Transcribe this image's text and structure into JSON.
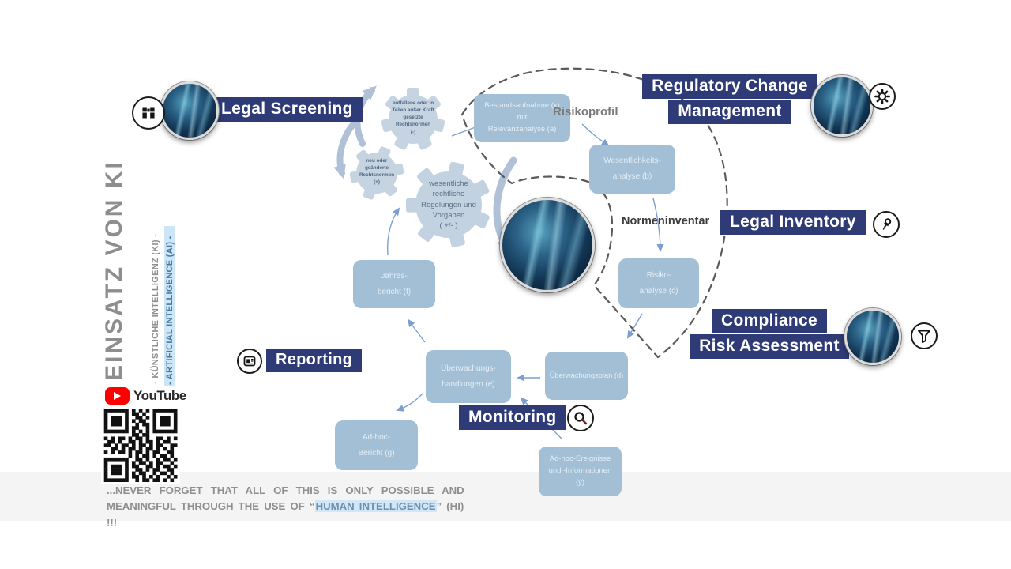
{
  "colors": {
    "navy_plate": "#2e3b77",
    "box_fill": "#a2bfd5",
    "gear_fill": "#c6d4e2",
    "thin_arrow": "#7d9ed1",
    "thick_arrow": "#b0c0d6",
    "dashed_outline": "#5a5a5a",
    "highlight_blue": "#cfe7f8",
    "youtube_red": "#ff0000"
  },
  "sidebar": {
    "title": "EINSATZ  VON  KI",
    "subtitle_de": "-  KÜNSTLICHE  INTELLIGENZ (KI)  -",
    "subtitle_en": "-  ARTIFICIAL  INTELLIGENCE (AI)  -",
    "youtube_label": "YouTube"
  },
  "footer": {
    "line1": "...NEVER FORGET THAT ALL OF THIS IS ONLY POSSIBLE AND",
    "line2_pre": "MEANINGFUL THROUGH THE USE OF “",
    "highlight": "HUMAN INTELLIGENCE",
    "line2_post": "” (HI) !!!"
  },
  "stations": {
    "legal_screening": {
      "label": "Legal Screening",
      "icon": "binoculars-icon"
    },
    "regulatory_change": {
      "label_line1": "Regulatory Change",
      "label_line2": "Management",
      "icon": "gear-icon"
    },
    "legal_inventory": {
      "label": "Legal Inventory",
      "icon": "pushpin-icon"
    },
    "compliance_risk": {
      "label_line1": "Compliance",
      "label_line2": "Risk Assessment",
      "icon": "funnel-icon"
    },
    "monitoring": {
      "label": "Monitoring",
      "icon": "magnifier-icon"
    },
    "reporting": {
      "label": "Reporting",
      "icon": "report-icon"
    }
  },
  "process_boxes": {
    "a": "Bestandsaufnahme (x)\nmit\nRelevanzanalyse (a)",
    "b": "Wesentlichkeits-\nanalyse (b)",
    "c": "Risiko-\nanalyse (c)",
    "d": "Überwachungsplan (d)",
    "e": "Überwachungs-\nhandlungen (e)",
    "f": "Jahres-\nbericht (f)",
    "g": "Ad-hoc-\nBericht (g)",
    "y": "Ad-hoc-Ereignisse\nund -Informationen\n(y)"
  },
  "gears": {
    "expired": "entfallene  oder  in\nTeilen  außer  Kraft\ngesetzte\nRechtsnormen\n(-)",
    "new_changed": "neu oder\ngeänderte\nRechtsnormen\n(+)",
    "essential": "wesentliche\nrechtliche\nRegelungen und\nVorgaben\n( +/- )"
  },
  "annotations": {
    "risikoprofil": "Risikoprofil",
    "normeninventar": "Normeninventar"
  },
  "qr": {
    "rows": [
      "111111101010101111111",
      "100000101101001000001",
      "101110100110101011101",
      "101110101011001011101",
      "101110100101101011101",
      "100000101100101000001",
      "111111101010101111111",
      "000000001101100000000",
      "101011010110100110101",
      "011010011010110101100",
      "110101101011010110011",
      "001101011010110101010",
      "101011010110101100110",
      "000000010101101011010",
      "111111100110100101101",
      "100000101011010110010",
      "101110101100110101101",
      "101110100110101100110",
      "101110101011001011010",
      "100000101101010100101",
      "111111100101101101010"
    ]
  }
}
